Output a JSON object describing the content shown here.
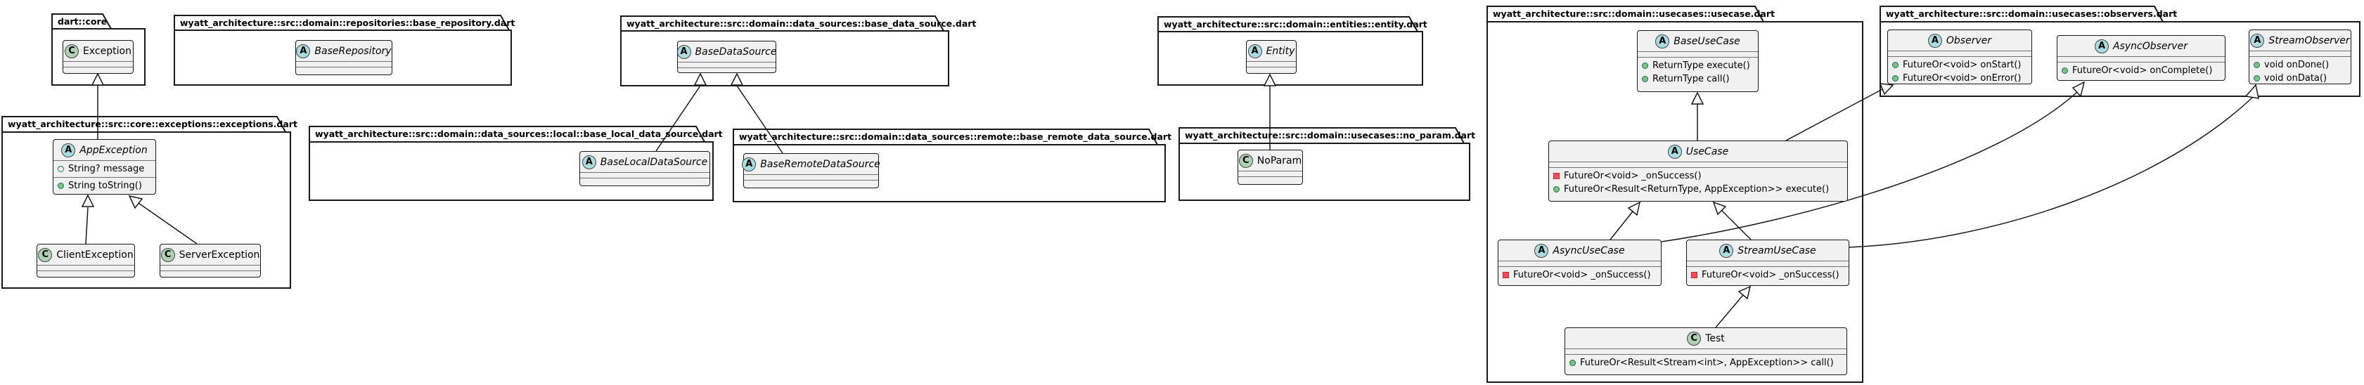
{
  "diagram_type": "uml-class-diagram",
  "colors": {
    "class_fill": "#F1F1F1",
    "border": "#181818",
    "abstract_spot": "#A9DCDF",
    "class_spot": "#ADD1B2",
    "public_method": "#84BE84",
    "private_method": "#F24D5C",
    "field_outline": "#038048"
  },
  "packages": [
    {
      "title": "dart::core"
    },
    {
      "title": "wyatt_architecture::src::domain::repositories::base_repository.dart"
    },
    {
      "title": "wyatt_architecture::src::domain::data_sources::base_data_source.dart"
    },
    {
      "title": "wyatt_architecture::src::domain::entities::entity.dart"
    },
    {
      "title": "wyatt_architecture::src::domain::usecases::usecase.dart"
    },
    {
      "title": "wyatt_architecture::src::domain::usecases::observers.dart"
    },
    {
      "title": "wyatt_architecture::src::core::exceptions::exceptions.dart"
    },
    {
      "title": "wyatt_architecture::src::domain::data_sources::local::base_local_data_source.dart"
    },
    {
      "title": "wyatt_architecture::src::domain::data_sources::remote::base_remote_data_source.dart"
    },
    {
      "title": "wyatt_architecture::src::domain::usecases::no_param.dart"
    }
  ],
  "classes": [
    {
      "spot": "C",
      "name": "Exception",
      "abstract": false,
      "members": []
    },
    {
      "spot": "A",
      "name": "AppException",
      "abstract": true,
      "fields": [
        {
          "visibility": "field",
          "text": "String? message"
        }
      ],
      "methods": [
        {
          "visibility": "public",
          "text": "String toString()"
        }
      ]
    },
    {
      "spot": "C",
      "name": "ClientException",
      "abstract": false,
      "members": []
    },
    {
      "spot": "C",
      "name": "ServerException",
      "abstract": false,
      "members": []
    },
    {
      "spot": "A",
      "name": "BaseRepository",
      "abstract": true,
      "members": []
    },
    {
      "spot": "A",
      "name": "BaseDataSource",
      "abstract": true,
      "members": []
    },
    {
      "spot": "A",
      "name": "BaseLocalDataSource",
      "abstract": true,
      "members": []
    },
    {
      "spot": "A",
      "name": "BaseRemoteDataSource",
      "abstract": true,
      "members": []
    },
    {
      "spot": "A",
      "name": "Entity",
      "abstract": true,
      "members": []
    },
    {
      "spot": "C",
      "name": "NoParam",
      "abstract": false,
      "members": []
    },
    {
      "spot": "A",
      "name": "BaseUseCase",
      "abstract": true,
      "methods": [
        {
          "visibility": "public",
          "text": "ReturnType execute()"
        },
        {
          "visibility": "public",
          "text": "ReturnType call()"
        }
      ]
    },
    {
      "spot": "A",
      "name": "UseCase",
      "abstract": true,
      "methods": [
        {
          "visibility": "private",
          "text": "FutureOr<void> _onSuccess()"
        },
        {
          "visibility": "public",
          "text": "FutureOr<Result<ReturnType, AppException>> execute()"
        }
      ]
    },
    {
      "spot": "A",
      "name": "AsyncUseCase",
      "abstract": true,
      "methods": [
        {
          "visibility": "private",
          "text": "FutureOr<void> _onSuccess()"
        }
      ]
    },
    {
      "spot": "A",
      "name": "StreamUseCase",
      "abstract": true,
      "methods": [
        {
          "visibility": "private",
          "text": "FutureOr<void> _onSuccess()"
        }
      ]
    },
    {
      "spot": "C",
      "name": "Test",
      "abstract": false,
      "methods": [
        {
          "visibility": "public",
          "text": "FutureOr<Result<Stream<int>, AppException>> call()"
        }
      ]
    },
    {
      "spot": "A",
      "name": "Observer",
      "abstract": true,
      "methods": [
        {
          "visibility": "public",
          "text": "FutureOr<void> onStart()"
        },
        {
          "visibility": "public",
          "text": "FutureOr<void> onError()"
        }
      ]
    },
    {
      "spot": "A",
      "name": "AsyncObserver",
      "abstract": true,
      "methods": [
        {
          "visibility": "public",
          "text": "FutureOr<void> onComplete()"
        }
      ]
    },
    {
      "spot": "A",
      "name": "StreamObserver",
      "abstract": true,
      "methods": [
        {
          "visibility": "public",
          "text": "void onDone()"
        },
        {
          "visibility": "public",
          "text": "void onData()"
        }
      ]
    }
  ],
  "relations": [
    {
      "from": "AppException",
      "to": "Exception",
      "type": "extends"
    },
    {
      "from": "ClientException",
      "to": "AppException",
      "type": "extends"
    },
    {
      "from": "ServerException",
      "to": "AppException",
      "type": "extends"
    },
    {
      "from": "BaseLocalDataSource",
      "to": "BaseDataSource",
      "type": "extends"
    },
    {
      "from": "BaseRemoteDataSource",
      "to": "BaseDataSource",
      "type": "extends"
    },
    {
      "from": "NoParam",
      "to": "Entity",
      "type": "extends"
    },
    {
      "from": "UseCase",
      "to": "BaseUseCase",
      "type": "extends"
    },
    {
      "from": "AsyncUseCase",
      "to": "UseCase",
      "type": "extends"
    },
    {
      "from": "StreamUseCase",
      "to": "UseCase",
      "type": "extends"
    },
    {
      "from": "Test",
      "to": "StreamUseCase",
      "type": "extends"
    },
    {
      "from": "UseCase",
      "to": "Observer",
      "type": "extends"
    },
    {
      "from": "AsyncUseCase",
      "to": "AsyncObserver",
      "type": "extends"
    },
    {
      "from": "StreamUseCase",
      "to": "StreamObserver",
      "type": "extends"
    }
  ]
}
